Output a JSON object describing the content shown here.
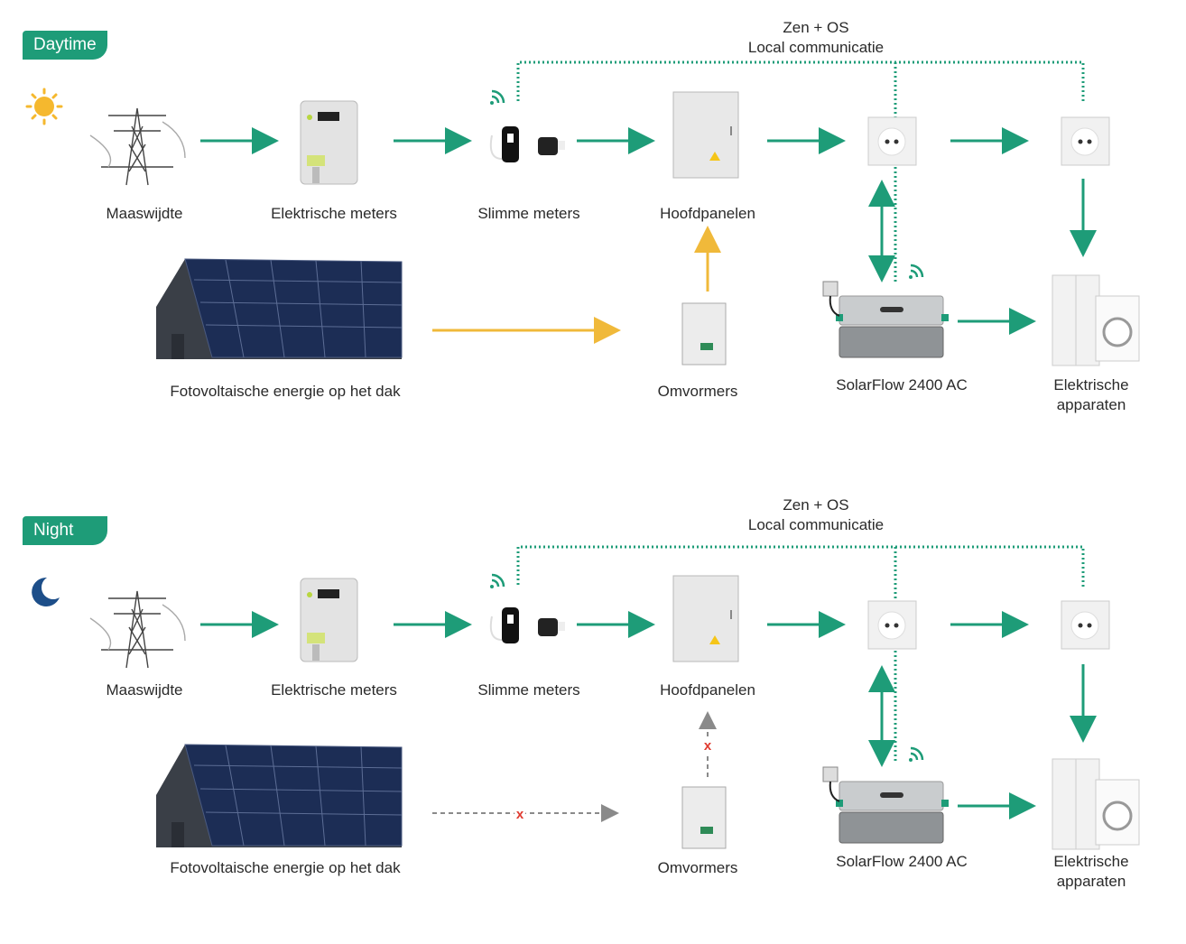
{
  "colors": {
    "accent": "#1e9c78",
    "solar_flow": "#f0b93a",
    "inactive": "#8a8a8a",
    "blocked": "#e03a2f",
    "sun": "#f5b82e",
    "moon": "#1d4e89"
  },
  "panels": [
    {
      "tag": "Daytime",
      "mode_icon": "sun-icon",
      "comm_line1": "Zen + OS",
      "comm_line2": "Local communicatie",
      "labels": {
        "grid": "Maaswijdte",
        "meter": "Elektrische meters",
        "smart_meter": "Slimme meters",
        "main_panel": "Hoofdpanelen",
        "pv": "Fotovoltaische energie op het dak",
        "inverter": "Omvormers",
        "solarflow": "SolarFlow 2400 AC",
        "appliances_1": "Elektrische",
        "appliances_2": "apparaten"
      },
      "pv_active": true
    },
    {
      "tag": "Night",
      "mode_icon": "moon-icon",
      "comm_line1": "Zen + OS",
      "comm_line2": "Local communicatie",
      "labels": {
        "grid": "Maaswijdte",
        "meter": "Elektrische meters",
        "smart_meter": "Slimme meters",
        "main_panel": "Hoofdpanelen",
        "pv": "Fotovoltaische energie op het dak",
        "inverter": "Omvormers",
        "solarflow": "SolarFlow 2400 AC",
        "appliances_1": "Elektrische",
        "appliances_2": "apparaten"
      },
      "pv_active": false,
      "blocked_mark": "x"
    }
  ]
}
